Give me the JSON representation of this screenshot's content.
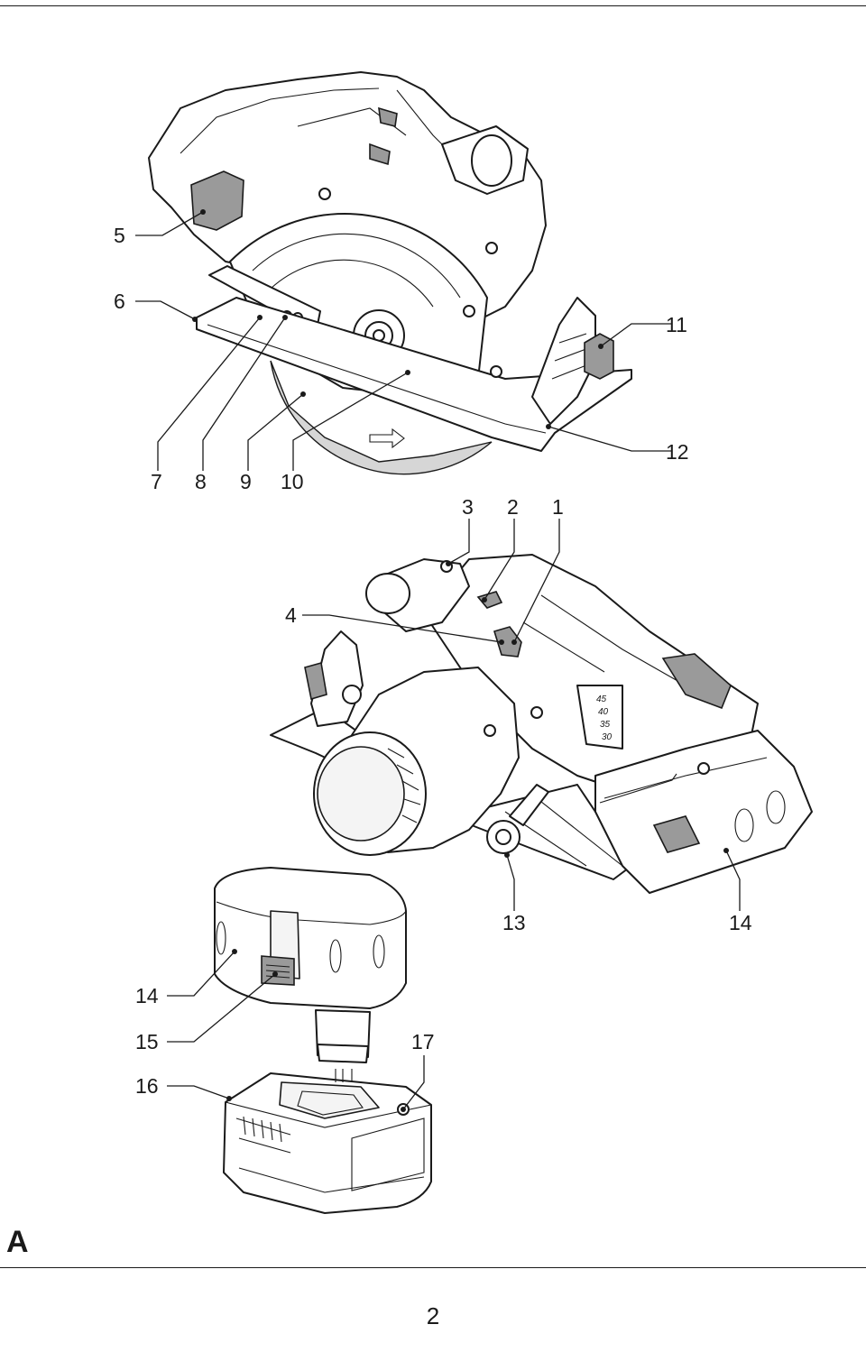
{
  "figure": {
    "letter": "A",
    "page_number": "2",
    "callouts": {
      "c1": "1",
      "c2": "2",
      "c3": "3",
      "c4": "4",
      "c5": "5",
      "c6": "6",
      "c7": "7",
      "c8": "8",
      "c9": "9",
      "c10": "10",
      "c11": "11",
      "c12": "12",
      "c13": "13",
      "c14a": "14",
      "c14b": "14",
      "c15": "15",
      "c16": "16",
      "c17": "17"
    },
    "bevel_scale": [
      "45",
      "40",
      "35",
      "30"
    ]
  }
}
